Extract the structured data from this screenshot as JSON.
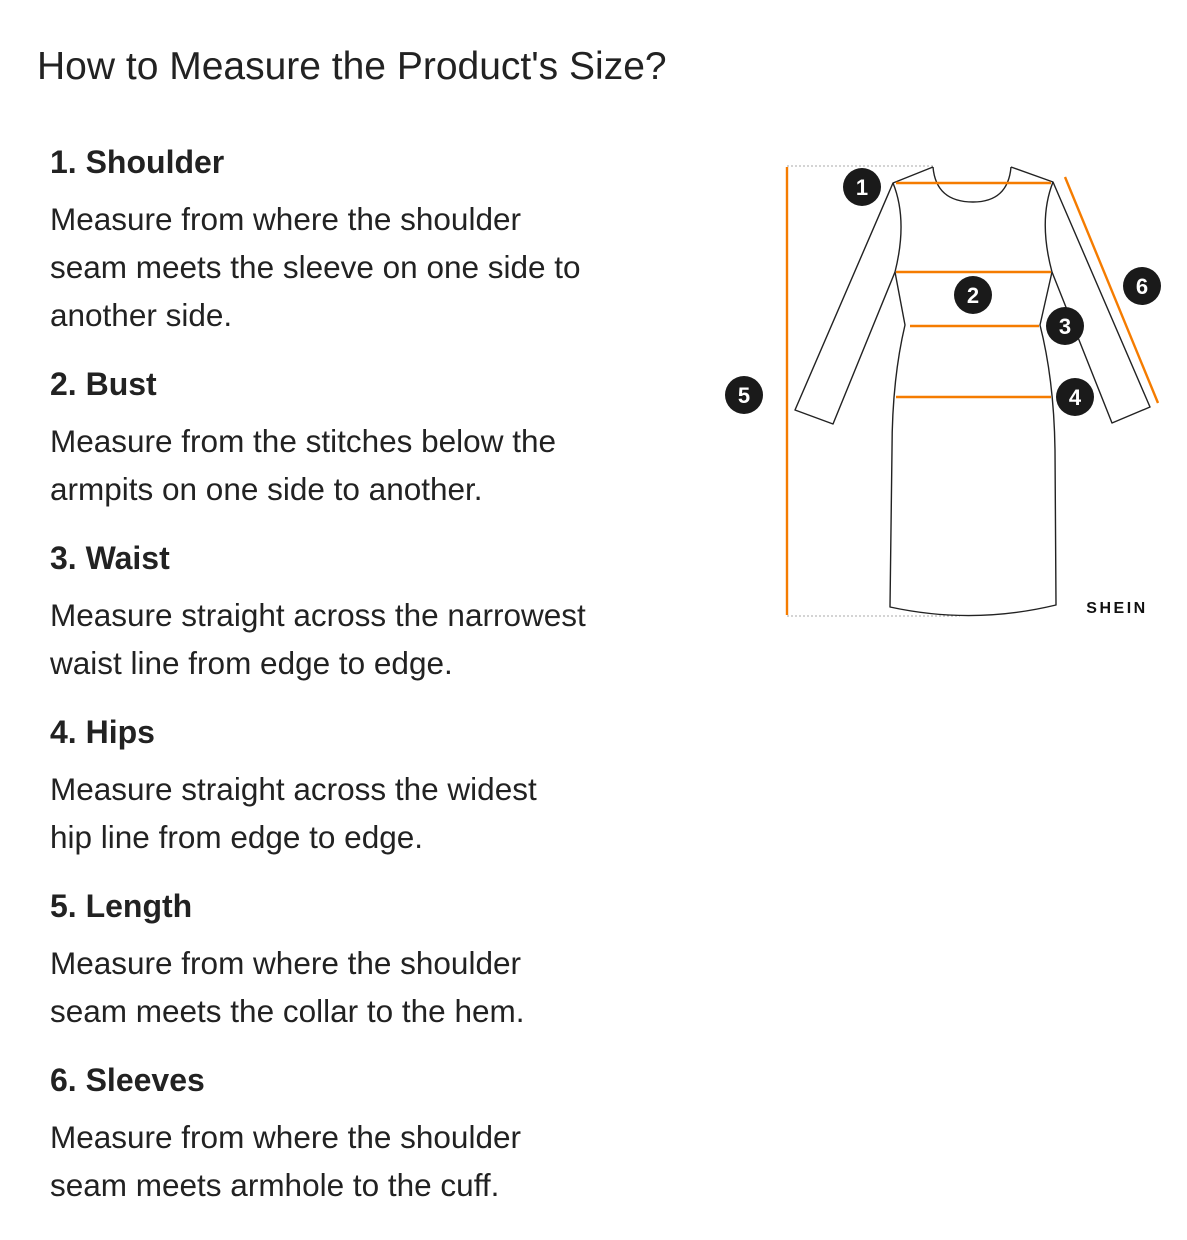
{
  "title": "How to Measure the Product's Size?",
  "sections": [
    {
      "heading": "1. Shoulder",
      "lines": [
        "Measure from where the shoulder",
        "seam meets the sleeve on one side to",
        "another side."
      ]
    },
    {
      "heading": "2. Bust",
      "lines": [
        "Measure from the stitches below the",
        "armpits on one side to another."
      ]
    },
    {
      "heading": "3. Waist",
      "lines": [
        "Measure straight across the narrowest",
        "waist line from edge to edge."
      ]
    },
    {
      "heading": "4. Hips",
      "lines": [
        "Measure straight across the widest",
        "hip line from edge to edge."
      ]
    },
    {
      "heading": "5. Length",
      "lines": [
        "Measure from where the shoulder",
        "seam meets the collar to the hem."
      ]
    },
    {
      "heading": "6. Sleeves",
      "lines": [
        "Measure from where the shoulder",
        "seam meets armhole to the cuff."
      ]
    }
  ],
  "diagram": {
    "markers": [
      "1",
      "2",
      "3",
      "4",
      "5",
      "6"
    ],
    "brand": "SHEIN",
    "accent_color": "#f57c00",
    "marker_color": "#1a1a1a"
  }
}
